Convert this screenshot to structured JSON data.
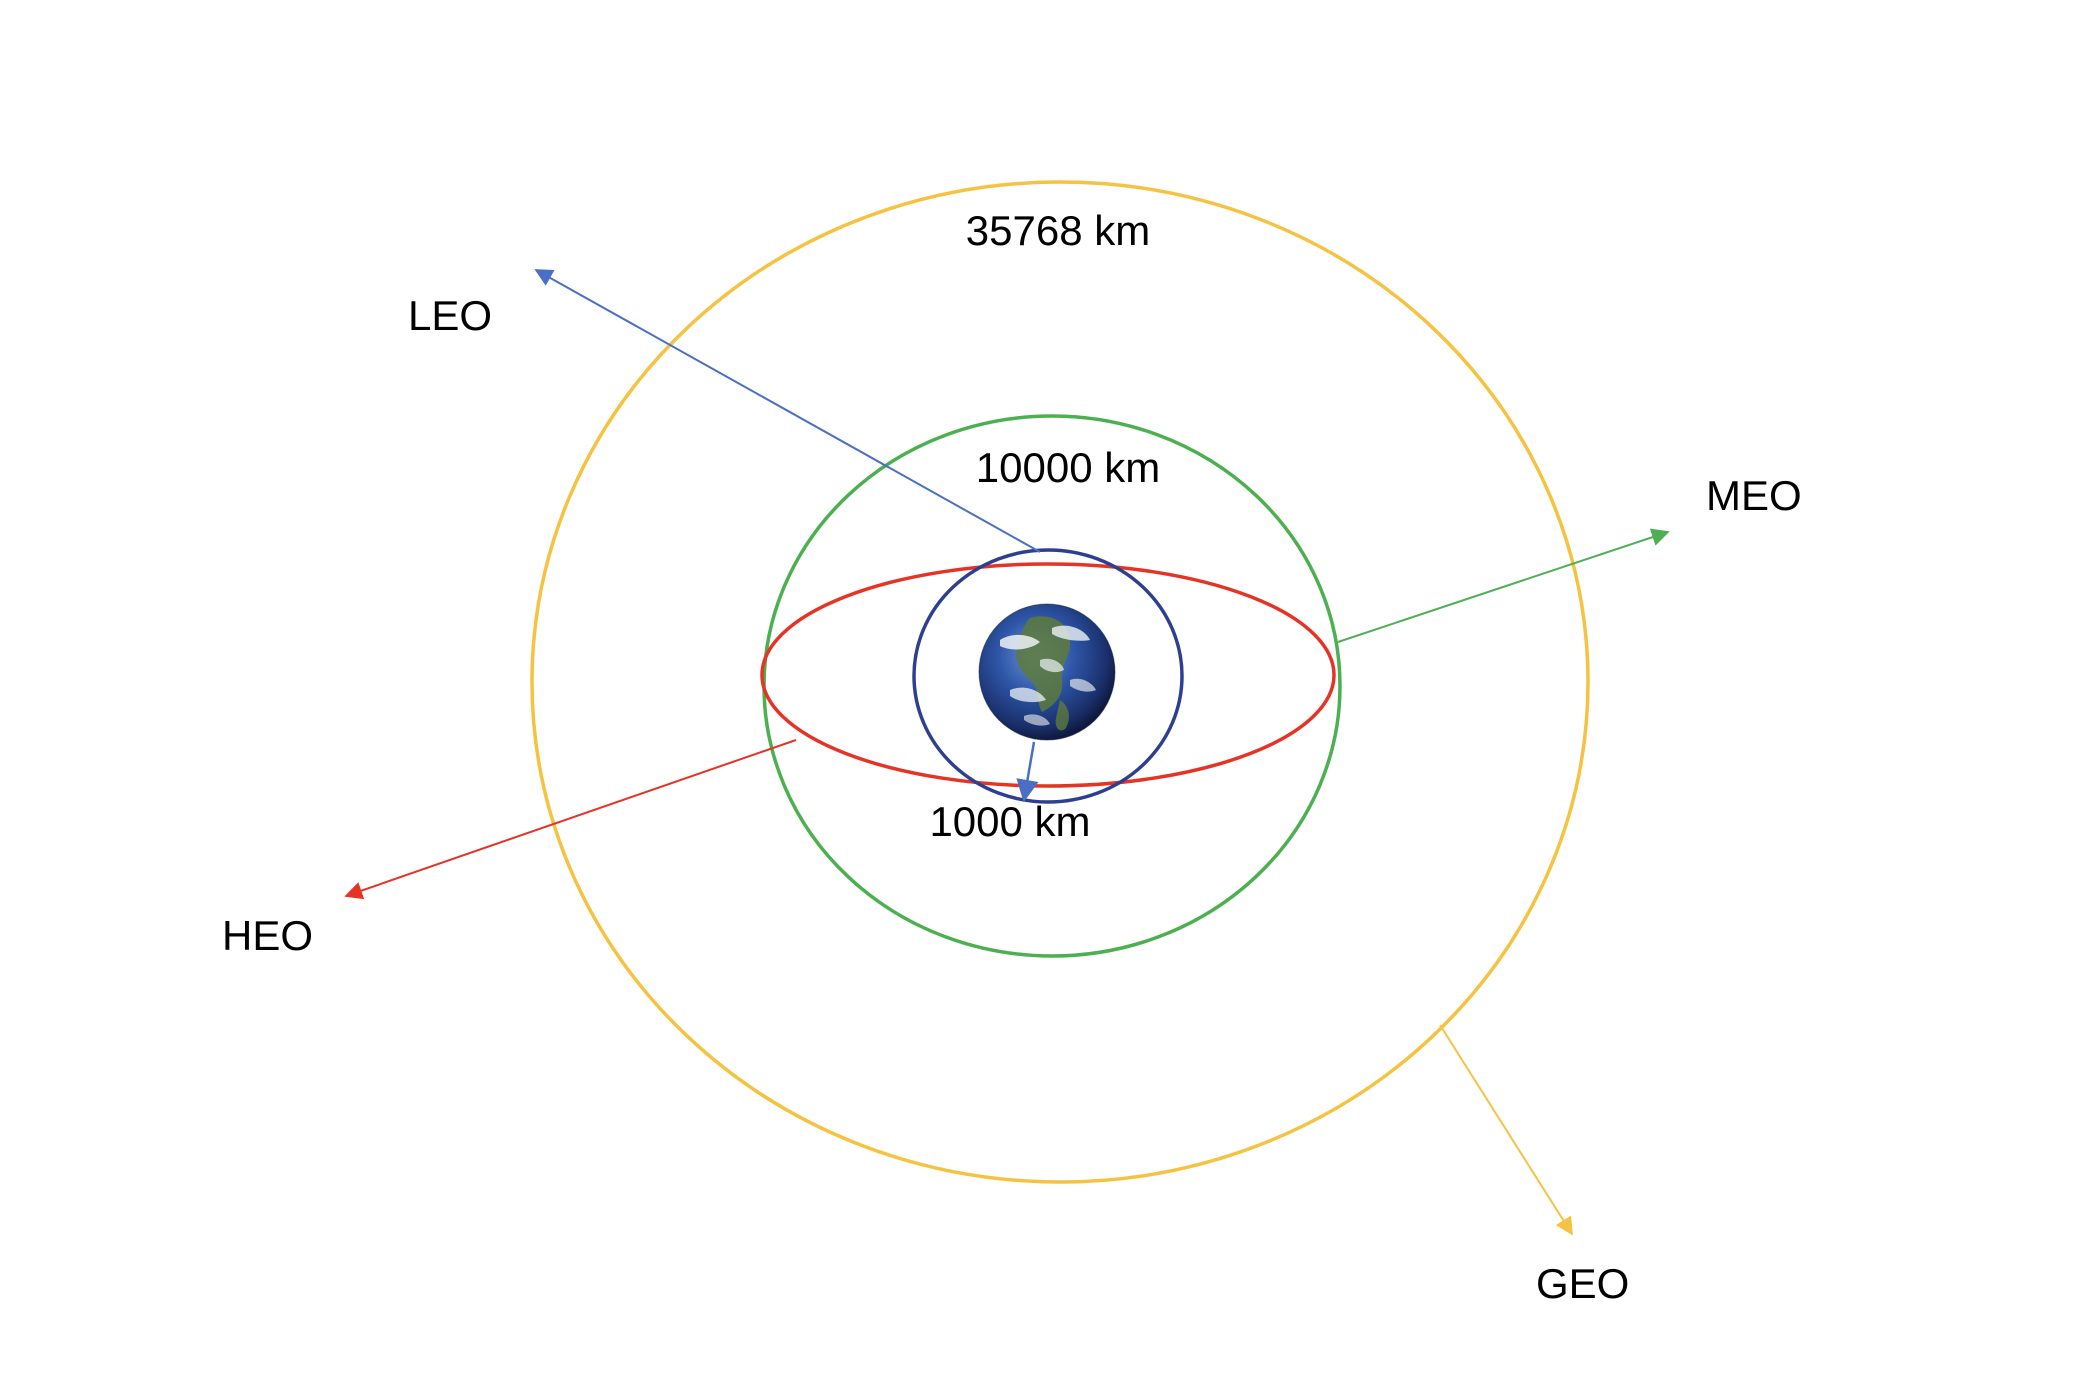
{
  "diagram": {
    "labels": {
      "leo": "LEO",
      "meo": "MEO",
      "heo": "HEO",
      "geo": "GEO",
      "geo_altitude": "35768 km",
      "meo_altitude": "10000 km",
      "leo_altitude": "1000 km"
    },
    "colors": {
      "geo": "#F5C242",
      "meo": "#4CAF50",
      "heo": "#E53326",
      "leo_orbit": "#2E3F8F",
      "leo_arrow": "#4A6FC4",
      "meo_arrow": "#4CAF50",
      "heo_arrow": "#E53326",
      "geo_arrow": "#F5C242",
      "earth_ocean": "#1F3F86",
      "earth_land": "#5D7A3C",
      "earth_cloud": "#EEF2F5"
    },
    "icons": {
      "earth": "earth-globe-icon"
    }
  }
}
